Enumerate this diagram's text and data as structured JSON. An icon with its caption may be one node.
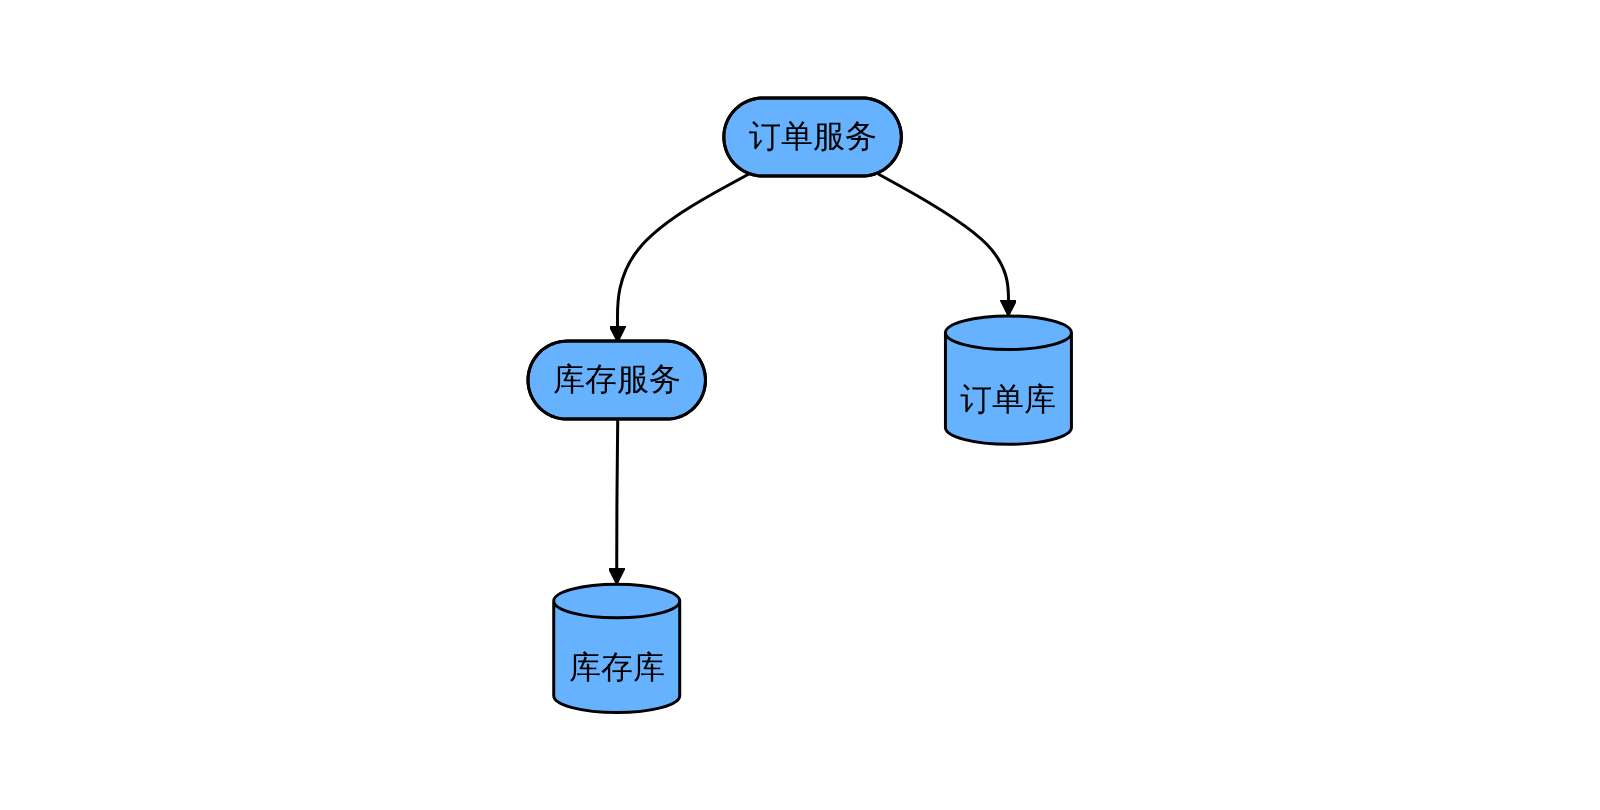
{
  "diagram": {
    "nodes": [
      {
        "text": [
          "订单服务"
        ]
      },
      {
        "text": [
          "库存服务"
        ]
      },
      {
        "text": [
          "订单库"
        ]
      },
      {
        "text": [
          "库存库"
        ]
      }
    ],
    "edges": [
      {
        "from": 0,
        "to": 1,
        "arrow": "to"
      },
      {
        "from": 0,
        "to": 2,
        "arrow": "to"
      },
      {
        "from": 1,
        "to": 3,
        "arrow": "to"
      }
    ]
  }
}
